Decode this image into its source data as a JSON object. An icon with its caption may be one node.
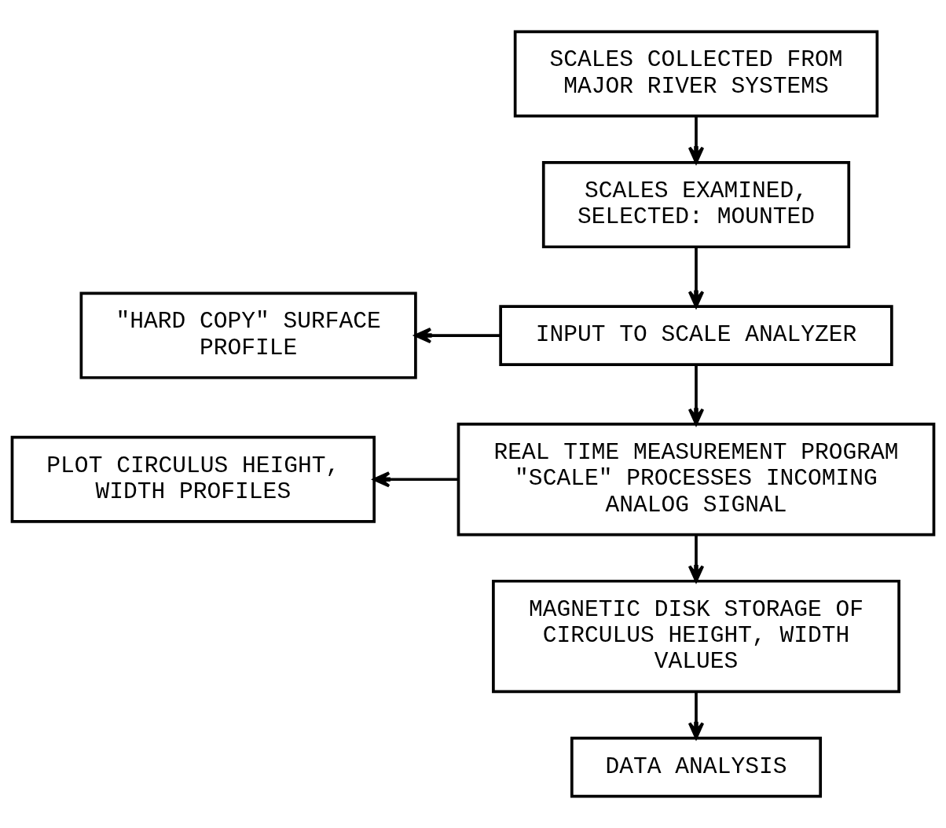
{
  "diagram": {
    "nodes": [
      {
        "text": [
          "SCALES COLLECTED FROM MAJOR RIVER SYSTEMS"
        ]
      },
      {
        "text": [
          "SCALES EXAMINED, SELECTED: MOUNTED"
        ]
      },
      {
        "text": [
          "\"HARD COPY\" SURFACE PROFILE"
        ]
      },
      {
        "text": [
          "INPUT TO SCALE ANALYZER"
        ]
      },
      {
        "text": [
          "PLOT CIRCULUS HEIGHT, WIDTH PROFILES"
        ]
      },
      {
        "text": [
          "REAL TIME MEASUREMENT PROGRAM \"SCALE\" PROCESSES INCOMING ANALOG SIGNAL"
        ]
      },
      {
        "text": [
          "MAGNETIC DISK STORAGE OF CIRCULUS HEIGHT, WIDTH VALUES"
        ]
      },
      {
        "text": [
          "DATA ANALYSIS"
        ]
      }
    ],
    "edges": [
      {
        "from": 0,
        "to": 1,
        "arrow": "to"
      },
      {
        "from": 1,
        "to": 3,
        "arrow": "to"
      },
      {
        "from": 3,
        "to": 2,
        "arrow": "to"
      },
      {
        "from": 3,
        "to": 5,
        "arrow": "to"
      },
      {
        "from": 5,
        "to": 4,
        "arrow": "to"
      },
      {
        "from": 5,
        "to": 6,
        "arrow": "to"
      },
      {
        "from": 6,
        "to": 7,
        "arrow": "to"
      }
    ]
  }
}
